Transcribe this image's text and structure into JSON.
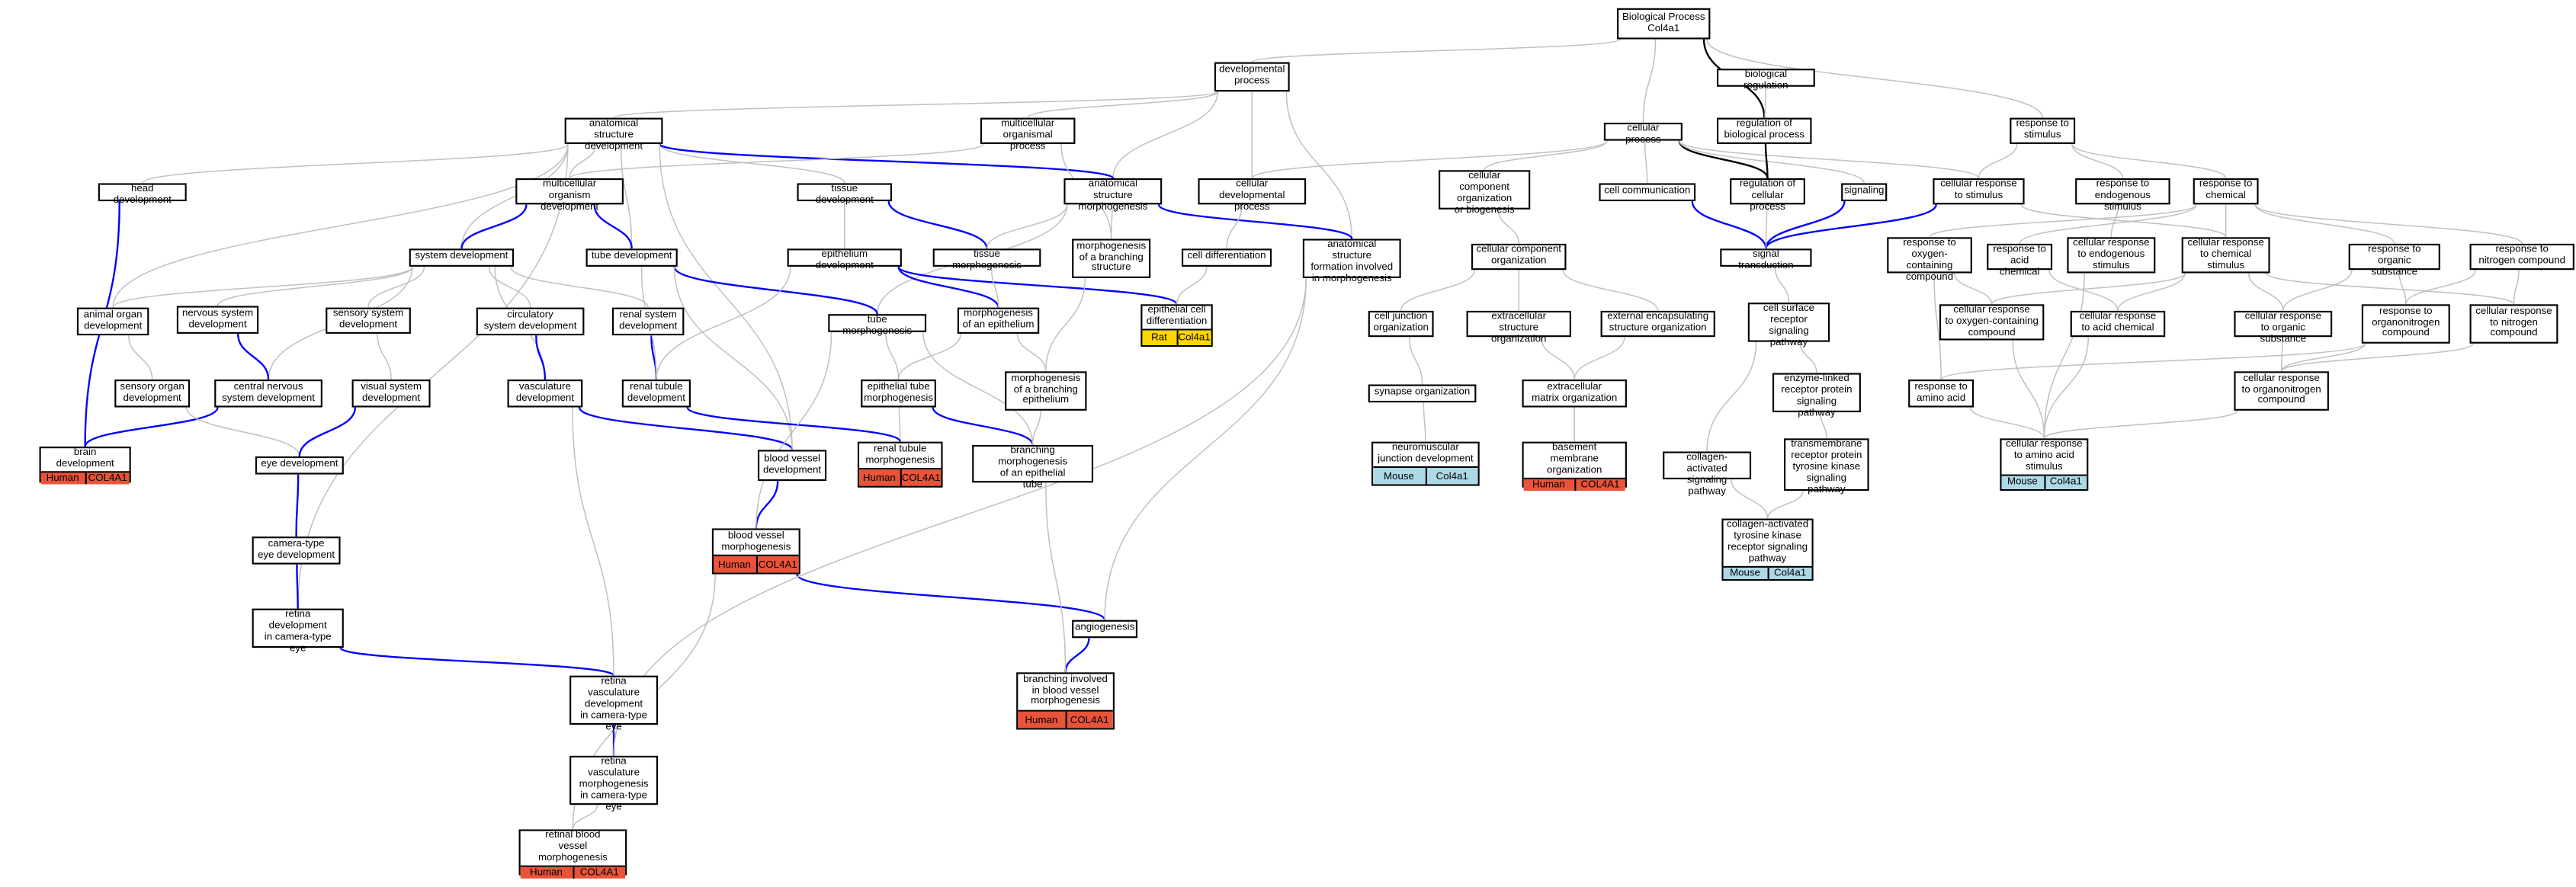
{
  "colors": {
    "edge_gray": "#c0c0c0",
    "edge_blue": "#0000ff",
    "edge_black": "#000000",
    "Human": "#e8533a",
    "Mouse": "#add8e6",
    "Rat": "#ffd700"
  },
  "nodes": [
    {
      "id": "bp",
      "label": "Biological Process\nCol4a1"
    },
    {
      "id": "devproc",
      "label": "developmental\nprocess"
    },
    {
      "id": "ased",
      "label": "anatomical structure\ndevelopment"
    },
    {
      "id": "mop",
      "label": "multicellular\norganismal process"
    },
    {
      "id": "cellproc",
      "label": "cellular process"
    },
    {
      "id": "bioreg",
      "label": "biological regulation"
    },
    {
      "id": "regbio",
      "label": "regulation of\nbiological process"
    },
    {
      "id": "rtos",
      "label": "response to\nstimulus"
    },
    {
      "id": "headdev",
      "label": "head development"
    },
    {
      "id": "multidev",
      "label": "multicellular\norganism development"
    },
    {
      "id": "tissuedev",
      "label": "tissue development"
    },
    {
      "id": "asm",
      "label": "anatomical structure\nmorphogenesis"
    },
    {
      "id": "celldevproc",
      "label": "cellular developmental\nprocess"
    },
    {
      "id": "ccob",
      "label": "cellular component\norganization\nor biogenesis"
    },
    {
      "id": "cellcomm",
      "label": "cell communication"
    },
    {
      "id": "regcell",
      "label": "regulation of\ncellular process"
    },
    {
      "id": "signaling",
      "label": "signaling"
    },
    {
      "id": "crtos",
      "label": "cellular response\nto stimulus"
    },
    {
      "id": "rtoendo",
      "label": "response to\nendogenous stimulus"
    },
    {
      "id": "rtochem",
      "label": "response to\nchemical"
    },
    {
      "id": "sysdev",
      "label": "system development"
    },
    {
      "id": "tubedev",
      "label": "tube development"
    },
    {
      "id": "epidev",
      "label": "epithelium development"
    },
    {
      "id": "tissuemorph",
      "label": "tissue morphogenesis"
    },
    {
      "id": "morphbranch",
      "label": "morphogenesis\nof a branching\nstructure"
    },
    {
      "id": "asfim",
      "label": "anatomical structure\nformation involved\nin morphogenesis"
    },
    {
      "id": "celldiff",
      "label": "cell differentiation"
    },
    {
      "id": "cco",
      "label": "cellular component\norganization"
    },
    {
      "id": "sigtrans",
      "label": "signal transduction"
    },
    {
      "id": "rtooxy",
      "label": "response to\noxygen-containing\ncompound"
    },
    {
      "id": "rtoacid",
      "label": "response to\nacid chemical"
    },
    {
      "id": "crtoendo",
      "label": "cellular response\nto endogenous\nstimulus"
    },
    {
      "id": "crtochem",
      "label": "cellular response\nto chemical\nstimulus"
    },
    {
      "id": "rtoorg",
      "label": "response to\norganic substance"
    },
    {
      "id": "rtonitro",
      "label": "response to\nnitrogen compound"
    },
    {
      "id": "animalorgan",
      "label": "animal organ\ndevelopment"
    },
    {
      "id": "nervsys",
      "label": "nervous system\ndevelopment"
    },
    {
      "id": "sensorysys",
      "label": "sensory system\ndevelopment"
    },
    {
      "id": "circsys",
      "label": "circulatory\nsystem development"
    },
    {
      "id": "renalsys",
      "label": "renal system\ndevelopment"
    },
    {
      "id": "tubemorph",
      "label": "tube morphogenesis"
    },
    {
      "id": "morphepi",
      "label": "morphogenesis\nof an epithelium"
    },
    {
      "id": "epicelldiff",
      "label": "epithelial cell\ndifferentiation",
      "ann": [
        "Rat",
        "Col4a1"
      ]
    },
    {
      "id": "celljunc",
      "label": "cell junction\norganization"
    },
    {
      "id": "extraorg",
      "label": "extracellular\nstructure organization"
    },
    {
      "id": "extencap",
      "label": "external encapsulating\nstructure organization"
    },
    {
      "id": "csrsp",
      "label": "cell surface\nreceptor signaling\npathway"
    },
    {
      "id": "crtooxy",
      "label": "cellular response\nto oxygen-containing\ncompound"
    },
    {
      "id": "crtoacid",
      "label": "cellular response\nto acid chemical"
    },
    {
      "id": "crtoorg",
      "label": "cellular response\nto organic substance"
    },
    {
      "id": "rtoorgnitro",
      "label": "response to\norganonitrogen\ncompound"
    },
    {
      "id": "crtonitro",
      "label": "cellular response\nto nitrogen\ncompound"
    },
    {
      "id": "sensoryorgan",
      "label": "sensory organ\ndevelopment"
    },
    {
      "id": "cns",
      "label": "central nervous\nsystem development"
    },
    {
      "id": "visualsys",
      "label": "visual system\ndevelopment"
    },
    {
      "id": "vascdev",
      "label": "vasculature\ndevelopment"
    },
    {
      "id": "renaltubdev",
      "label": "renal tubule\ndevelopment"
    },
    {
      "id": "epitubemorph",
      "label": "epithelial tube\nmorphogenesis"
    },
    {
      "id": "morphbranchepi",
      "label": "morphogenesis\nof a branching\nepithelium"
    },
    {
      "id": "synorg",
      "label": "synapse organization"
    },
    {
      "id": "ecmorg",
      "label": "extracellular\nmatrix organization"
    },
    {
      "id": "elrp",
      "label": "enzyme-linked\nreceptor protein\nsignaling pathway"
    },
    {
      "id": "rtoamino",
      "label": "response to\namino acid"
    },
    {
      "id": "crtoorgnitro",
      "label": "cellular response\nto organonitrogen\ncompound"
    },
    {
      "id": "braindev",
      "label": "brain development",
      "ann": [
        "Human",
        "COL4A1"
      ]
    },
    {
      "id": "eyedev",
      "label": "eye development"
    },
    {
      "id": "bvdev",
      "label": "blood vessel\ndevelopment"
    },
    {
      "id": "renaltubmorph",
      "label": "renal tubule\nmorphogenesis",
      "ann": [
        "Human",
        "COL4A1"
      ]
    },
    {
      "id": "branchmorphepi",
      "label": "branching morphogenesis\nof an epithelial\ntube"
    },
    {
      "id": "nmjdev",
      "label": "neuromuscular\njunction development",
      "ann": [
        "Mouse",
        "Col4a1"
      ]
    },
    {
      "id": "bmorg",
      "label": "basement membrane\norganization",
      "ann": [
        "Human",
        "COL4A1"
      ]
    },
    {
      "id": "colsig",
      "label": "collagen-activated\nsignaling pathway"
    },
    {
      "id": "tmrptk",
      "label": "transmembrane\nreceptor protein\ntyrosine kinase\nsignaling pathway"
    },
    {
      "id": "crtoamino",
      "label": "cellular response\nto amino acid\nstimulus",
      "ann": [
        "Mouse",
        "Col4a1"
      ]
    },
    {
      "id": "cameraeye",
      "label": "camera-type\neye development"
    },
    {
      "id": "bvmorph",
      "label": "blood vessel\nmorphogenesis",
      "ann": [
        "Human",
        "COL4A1"
      ]
    },
    {
      "id": "colrtk",
      "label": "collagen-activated\ntyrosine kinase\nreceptor signaling\npathway",
      "ann": [
        "Mouse",
        "Col4a1"
      ]
    },
    {
      "id": "retinadev",
      "label": "retina development\nin camera-type\neye"
    },
    {
      "id": "angio",
      "label": "angiogenesis"
    },
    {
      "id": "retvascdev",
      "label": "retina vasculature\ndevelopment\nin camera-type\neye"
    },
    {
      "id": "branchbv",
      "label": "branching involved\nin blood vessel\nmorphogenesis",
      "ann": [
        "Human",
        "COL4A1"
      ]
    },
    {
      "id": "retvascmorph",
      "label": "retina vasculature\nmorphogenesis\nin camera-type\neye"
    },
    {
      "id": "retbv",
      "label": "retinal blood\nvessel morphogenesis",
      "ann": [
        "Human",
        "COL4A1"
      ]
    }
  ]
}
